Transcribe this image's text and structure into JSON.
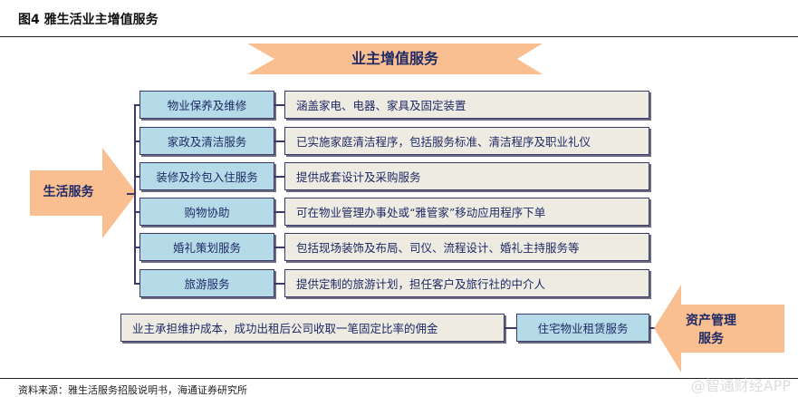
{
  "figure_title": "图4  雅生活业主增值服务",
  "banner": "业主增值服务",
  "life_services": {
    "label": "生活服务",
    "items": [
      {
        "name": "物业保养及维修",
        "desc": "涵盖家电、电器、家具及固定装置"
      },
      {
        "name": "家政及清洁服务",
        "desc": "已实施家庭清洁程序，包括服务标准、清洁程序及职业礼仪"
      },
      {
        "name": "装修及拎包入住服务",
        "desc": "提供成套设计及采购服务"
      },
      {
        "name": "购物协助",
        "desc": "可在物业管理办事处或“雅管家”移动应用程序下单"
      },
      {
        "name": "婚礼策划服务",
        "desc": "包括现场装饰及布局、司仪、流程设计、婚礼主持服务等"
      },
      {
        "name": "旅游服务",
        "desc": "提供定制的旅游计划，担任客户及旅行社的中介人"
      }
    ]
  },
  "asset_services": {
    "label_line1": "资产管理",
    "label_line2": "服务",
    "item": {
      "name": "住宅物业租赁服务",
      "desc": "业主承担维护成本，成功出租后公司收取一笔固定比率的佣金"
    }
  },
  "source": "资料来源：雅生活服务招股说明书，海通证券研究所",
  "watermark": "@智通财经APP",
  "colors": {
    "orange": "#f9bf90",
    "blue": "#b4dbe7",
    "beige": "#eeebe2",
    "navy": "#1f2a66"
  }
}
